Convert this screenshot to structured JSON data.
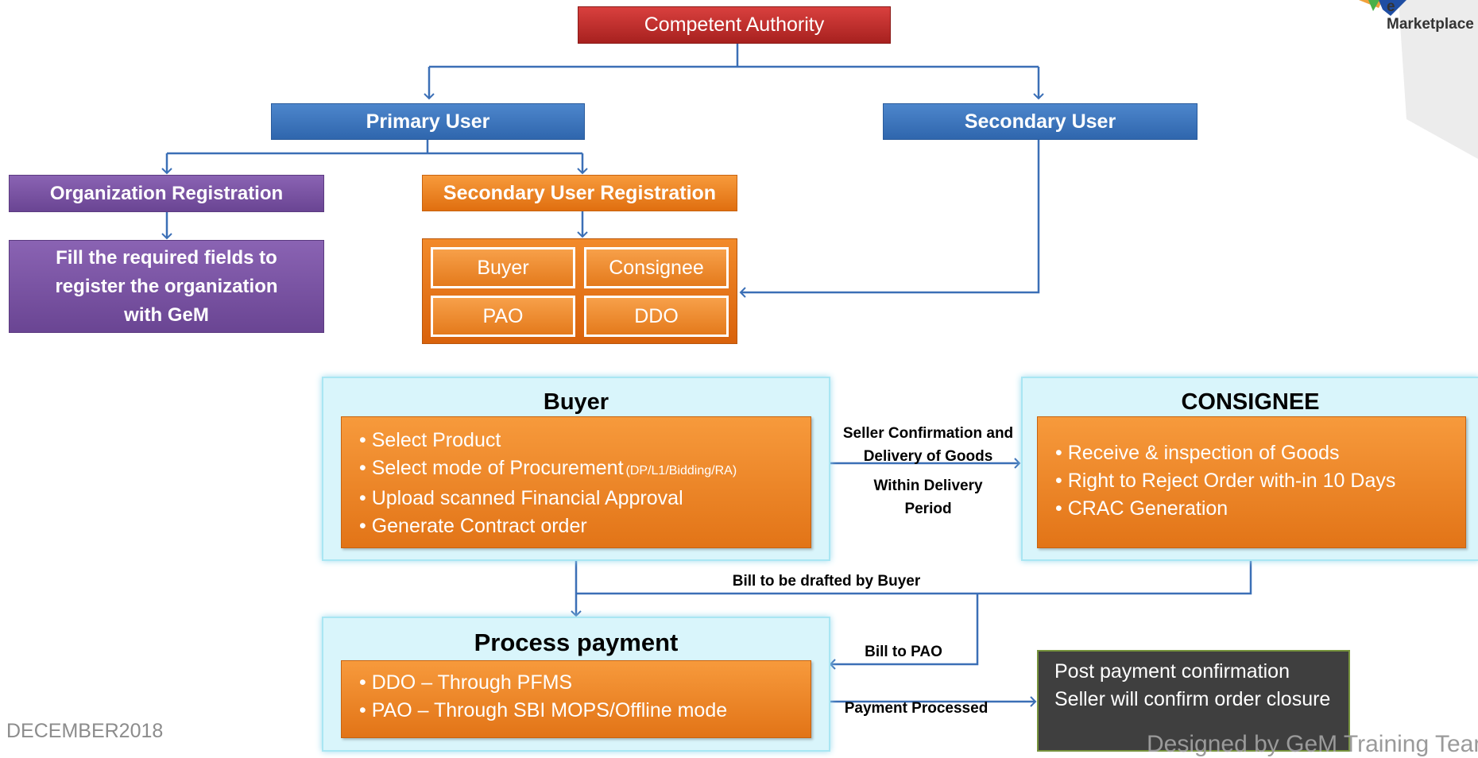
{
  "nodes": {
    "competent_authority": "Competent Authority",
    "primary_user": "Primary User",
    "secondary_user": "Secondary User",
    "org_registration": "Organization Registration",
    "fill_fields": "Fill the required fields to register the organization with GeM",
    "secondary_user_registration": "Secondary User Registration",
    "roles": [
      "Buyer",
      "Consignee",
      "PAO",
      "DDO"
    ]
  },
  "buyer": {
    "title": "Buyer",
    "items": [
      {
        "text": "Select Product",
        "note": ""
      },
      {
        "text": "Select mode of Procurement",
        "note": "(DP/L1/Bidding/RA)"
      },
      {
        "text": "Upload scanned Financial Approval",
        "note": ""
      },
      {
        "text": "Generate Contract order",
        "note": ""
      }
    ]
  },
  "consignee": {
    "title": "CONSIGNEE",
    "items": [
      "Receive & inspection of Goods",
      "Right to Reject Order with-in 10 Days",
      "CRAC Generation"
    ]
  },
  "process_payment": {
    "title": "Process payment",
    "items": [
      "DDO – Through PFMS",
      "PAO – Through SBI MOPS/Offline mode"
    ]
  },
  "post_payment": "Post payment confirmation Seller will confirm order closure",
  "edge_labels": {
    "seller_confirmation": "Seller Confirmation and Delivery of Goods",
    "within_delivery": "Within Delivery Period",
    "bill_drafted": "Bill to be drafted by Buyer",
    "bill_to_pao": "Bill to PAO",
    "payment_processed": "Payment Processed"
  },
  "footer": {
    "left": "DECEMBER2018",
    "right": "Designed by GeM Training Team"
  },
  "logo": {
    "text": "e Marketplace"
  },
  "colors": {
    "red": "#c0302e",
    "blue": "#3b74bd",
    "purple": "#7a52a3",
    "orange": "#f0821e",
    "connector": "#3b6fb6",
    "panel": "#d9f5fb",
    "post_payment": "#3f3f3f"
  }
}
